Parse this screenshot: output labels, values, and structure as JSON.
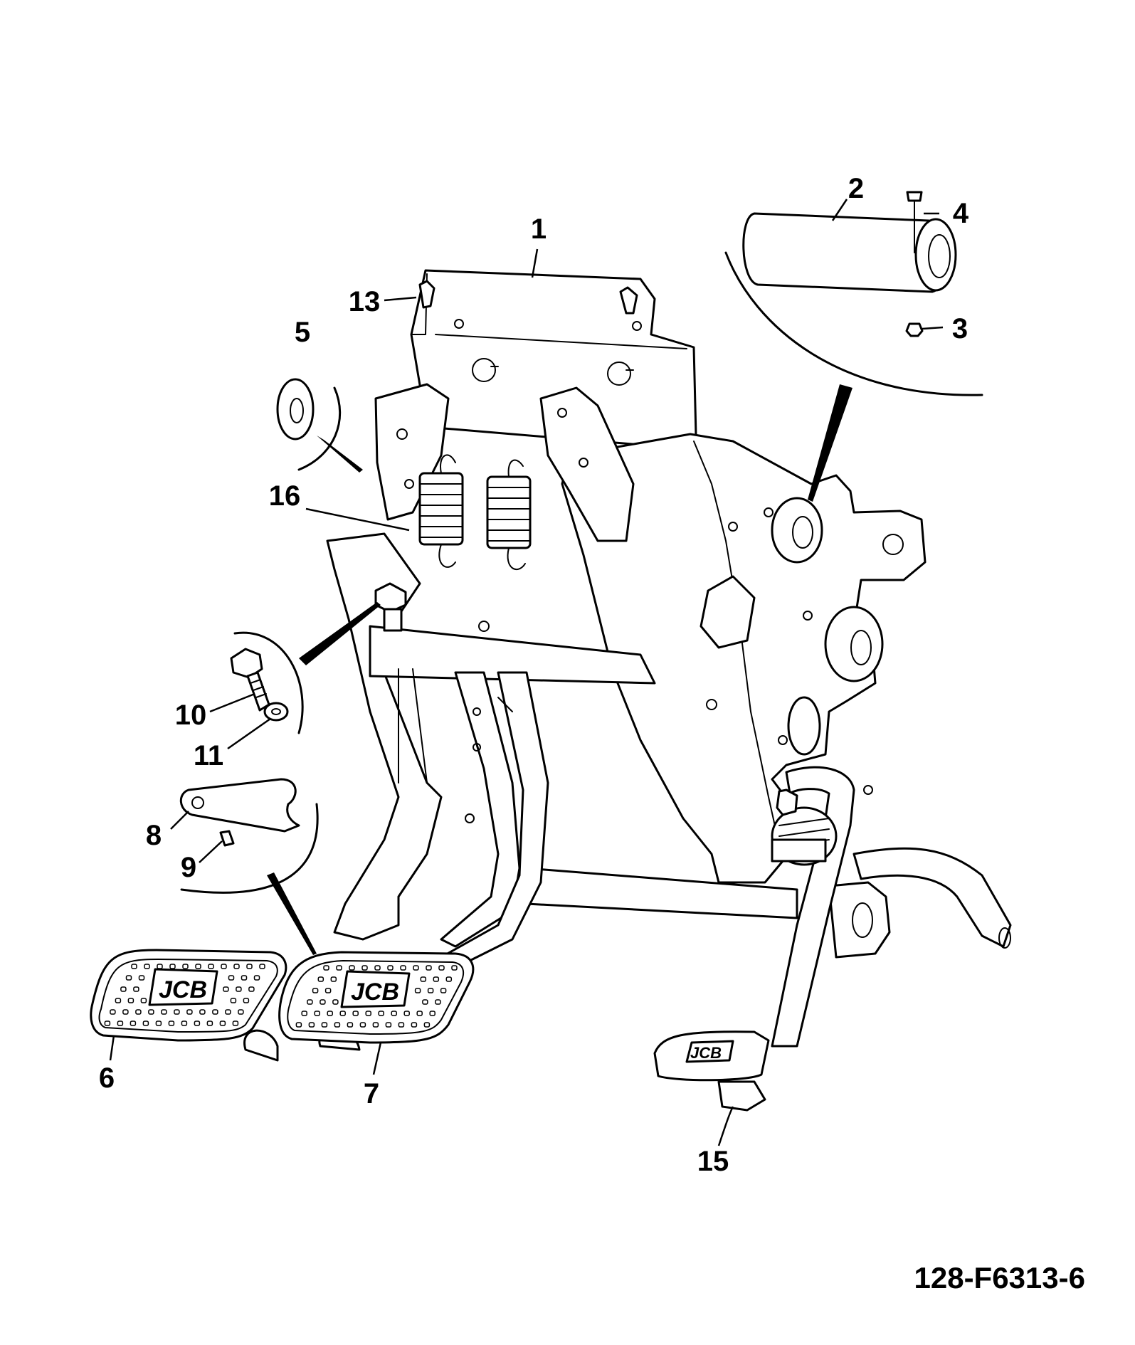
{
  "drawing_code": "128-F6313-6",
  "logo": {
    "text": "JCB"
  },
  "callouts": [
    {
      "id": "1",
      "label": "1"
    },
    {
      "id": "2",
      "label": "2"
    },
    {
      "id": "3",
      "label": "3"
    },
    {
      "id": "4",
      "label": "4"
    },
    {
      "id": "5",
      "label": "5"
    },
    {
      "id": "6",
      "label": "6"
    },
    {
      "id": "7",
      "label": "7"
    },
    {
      "id": "8",
      "label": "8"
    },
    {
      "id": "9",
      "label": "9"
    },
    {
      "id": "10",
      "label": "10"
    },
    {
      "id": "11",
      "label": "11"
    },
    {
      "id": "13",
      "label": "13"
    },
    {
      "id": "15",
      "label": "15"
    },
    {
      "id": "16",
      "label": "16"
    }
  ]
}
